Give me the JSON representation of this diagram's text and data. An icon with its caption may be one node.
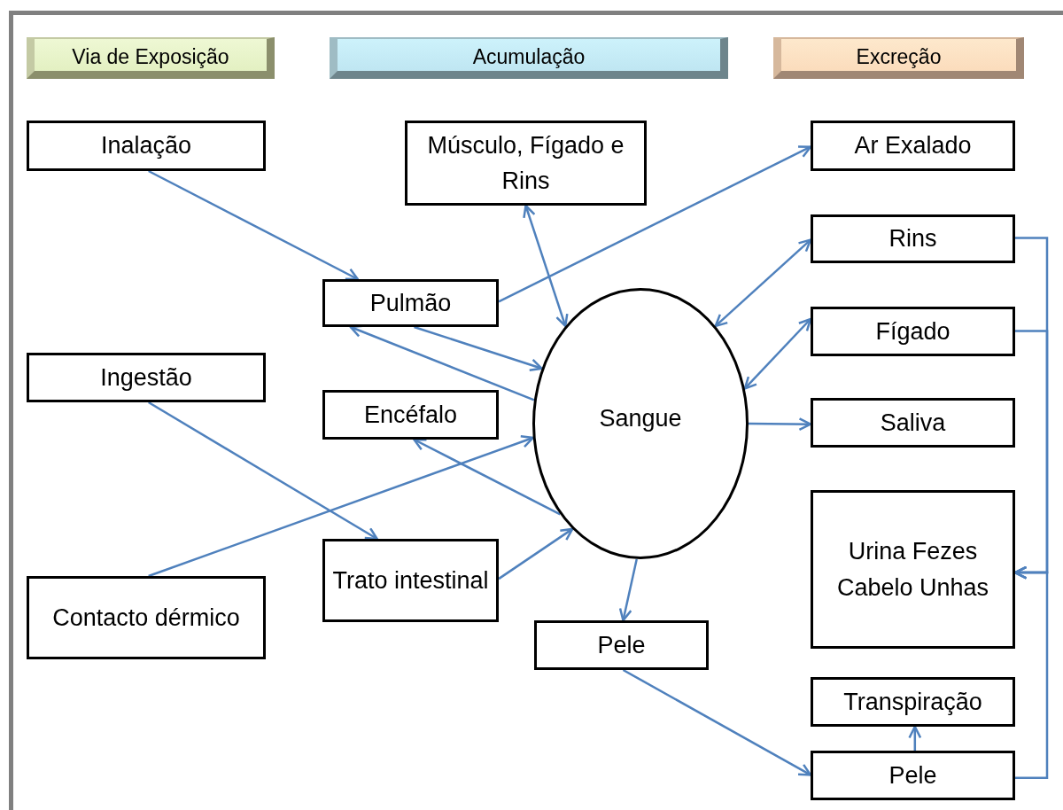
{
  "diagram": {
    "nodes": [
      {
        "text": [
          "Via de Exposição"
        ]
      },
      {
        "text": [
          "Acumulação"
        ]
      },
      {
        "text": [
          "Excreção"
        ]
      },
      {
        "text": [
          "Inalação"
        ]
      },
      {
        "text": [
          "Ingestão"
        ]
      },
      {
        "text": [
          "Contacto dérmico"
        ]
      },
      {
        "text": [
          "Músculo, Fígado e Rins"
        ]
      },
      {
        "text": [
          "Pulmão"
        ]
      },
      {
        "text": [
          "Encéfalo"
        ]
      },
      {
        "text": [
          "Trato intestinal"
        ]
      },
      {
        "text": [
          "Sangue"
        ]
      },
      {
        "text": [
          "Pele"
        ]
      },
      {
        "text": [
          "Ar Exalado"
        ]
      },
      {
        "text": [
          "Rins"
        ]
      },
      {
        "text": [
          "Fígado"
        ]
      },
      {
        "text": [
          "Saliva"
        ]
      },
      {
        "text": [
          "Urina Fezes Cabelo Unhas"
        ]
      },
      {
        "text": [
          "Transpiração"
        ]
      },
      {
        "text": [
          "Pele"
        ]
      }
    ],
    "edges": [
      {
        "from": 3,
        "to": 7,
        "arrow": "to"
      },
      {
        "from": 7,
        "to": 10,
        "arrow": "to"
      },
      {
        "from": 10,
        "to": 7,
        "arrow": "to"
      },
      {
        "from": 6,
        "to": 10,
        "arrow": "both"
      },
      {
        "from": 7,
        "to": 12,
        "arrow": "to"
      },
      {
        "from": 4,
        "to": 9,
        "arrow": "to"
      },
      {
        "from": 5,
        "to": 10,
        "arrow": "to"
      },
      {
        "from": 10,
        "to": 8,
        "arrow": "to"
      },
      {
        "from": 9,
        "to": 10,
        "arrow": "to"
      },
      {
        "from": 10,
        "to": 13,
        "arrow": "both"
      },
      {
        "from": 10,
        "to": 14,
        "arrow": "both"
      },
      {
        "from": 10,
        "to": 15,
        "arrow": "to"
      },
      {
        "from": 10,
        "to": 11,
        "arrow": "to"
      },
      {
        "from": 11,
        "to": 18,
        "arrow": "to"
      },
      {
        "from": 18,
        "to": 17,
        "arrow": "to"
      },
      {
        "from": 13,
        "to": 16,
        "arrow": "to"
      },
      {
        "from": 14,
        "to": 16,
        "arrow": "to"
      },
      {
        "from": 18,
        "to": 16,
        "arrow": "to"
      }
    ]
  }
}
